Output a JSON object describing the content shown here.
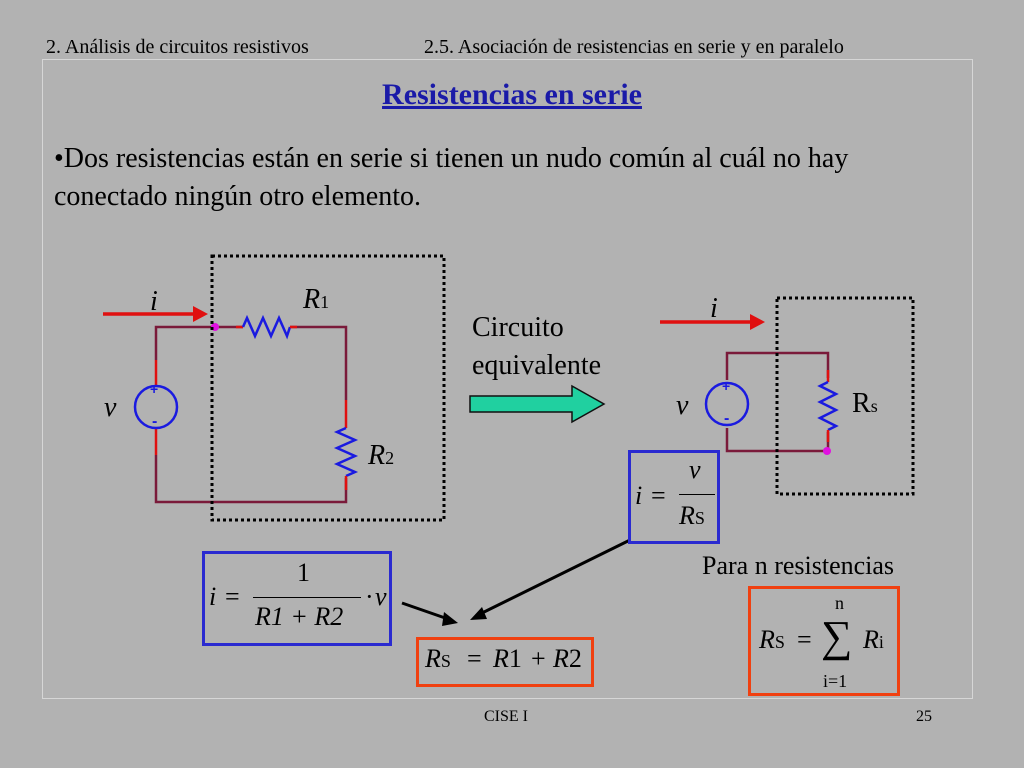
{
  "header": {
    "left": "2. Análisis de circuitos resistivos",
    "right": "2.5. Asociación de resistencias en serie y en paralelo"
  },
  "title": "Resistencias en serie",
  "bullet": "•Dos resistencias están en serie si tienen un nudo común al cuál no hay conectado ningún otro elemento.",
  "circuit_left": {
    "current": "i",
    "voltage": "v",
    "r1_main": "R",
    "r1_sub": "1",
    "r2_main": "R",
    "r2_sub": "2",
    "plus": "+",
    "minus": "-"
  },
  "arrow_label": {
    "line1": "Circuito",
    "line2": "equivalente"
  },
  "circuit_right": {
    "current": "i",
    "voltage": "v",
    "rs_main": "R",
    "rs_sub": "s",
    "plus": "+",
    "minus": "-"
  },
  "formulas": {
    "i_over_rs": {
      "lhs": "i",
      "eq": "=",
      "num": "v",
      "den_main": "R",
      "den_sub": "S"
    },
    "i_full": {
      "lhs": "i",
      "eq": "=",
      "num": "1",
      "den": "R1 + R2",
      "times": "·",
      "v": "v"
    },
    "rs_sum": {
      "lhs": "R",
      "lhs_sub": "S",
      "eq": "=",
      "r1": "R",
      "r1_sub": "1",
      "plus": "+",
      "r2": "R",
      "r2_sub": "2"
    },
    "para_n": "Para n resistencias",
    "rs_n": {
      "lhs": "R",
      "lhs_sub": "S",
      "eq": "=",
      "top": "n",
      "sigma": "∑",
      "bottom": "i=1",
      "term": "R",
      "term_sub": "i"
    }
  },
  "footer": {
    "center": "CISE I",
    "page": "25"
  },
  "colors": {
    "background": "#b2b2b2",
    "title": "#1a1aa8",
    "wire": "#7a1a3a",
    "resistor": "#1a1ae0",
    "current_arrow": "#e01010",
    "node": "#e010e0",
    "equiv_arrow": "#20d0a0",
    "box_blue": "#2a2ad0",
    "box_red": "#f04010"
  }
}
